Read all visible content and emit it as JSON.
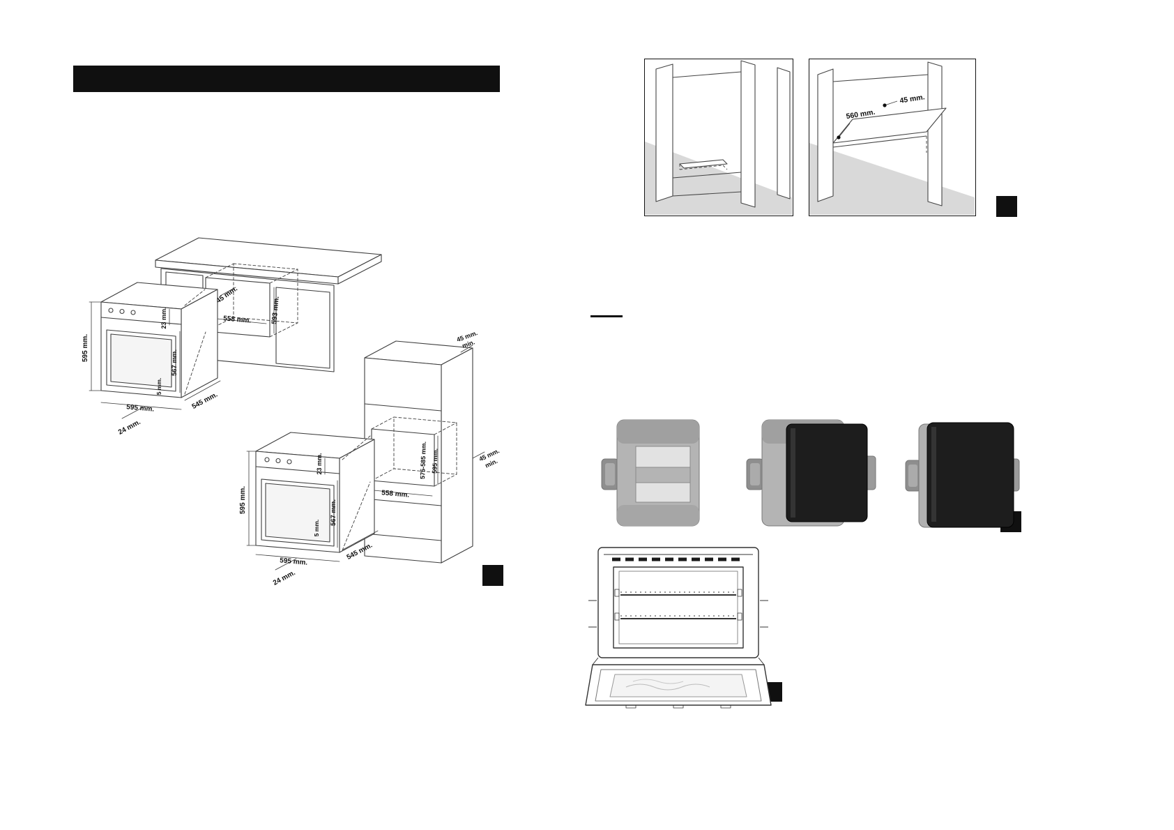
{
  "colors": {
    "title_bar": "#101010",
    "figure_marker": "#101010",
    "shading_gray": "#d9d9d9",
    "bracket_gray": "#b4b4b4",
    "panel_black": "#1d1d1d"
  },
  "undercounter": {
    "cutout": {
      "vent": "45 mm.",
      "width": "558 mm.",
      "height": "593 mm."
    },
    "oven": {
      "height": "595 mm.",
      "panel": "23 mm.",
      "cavity": "567 mm.",
      "gap": "5 mm.",
      "width": "595 mm.",
      "depth": "545 mm.",
      "inset": "24 mm."
    }
  },
  "column": {
    "clearance_top": {
      "line1": "45 mm.",
      "line2": "min."
    },
    "cutout": {
      "width": "558 mm.",
      "height": "575-585 mm."
    },
    "niche_height": "595 mm.",
    "clearance_back": {
      "line1": "45 mm.",
      "line2": "min."
    },
    "oven": {
      "height": "595 mm.",
      "panel": "23 mm.",
      "cavity": "567 mm.",
      "gap": "5 mm.",
      "width": "595 mm.",
      "depth": "545 mm.",
      "inset": "24 mm."
    }
  },
  "cabinet_detail": {
    "depth": "560 mm.",
    "offset": "45 mm."
  }
}
